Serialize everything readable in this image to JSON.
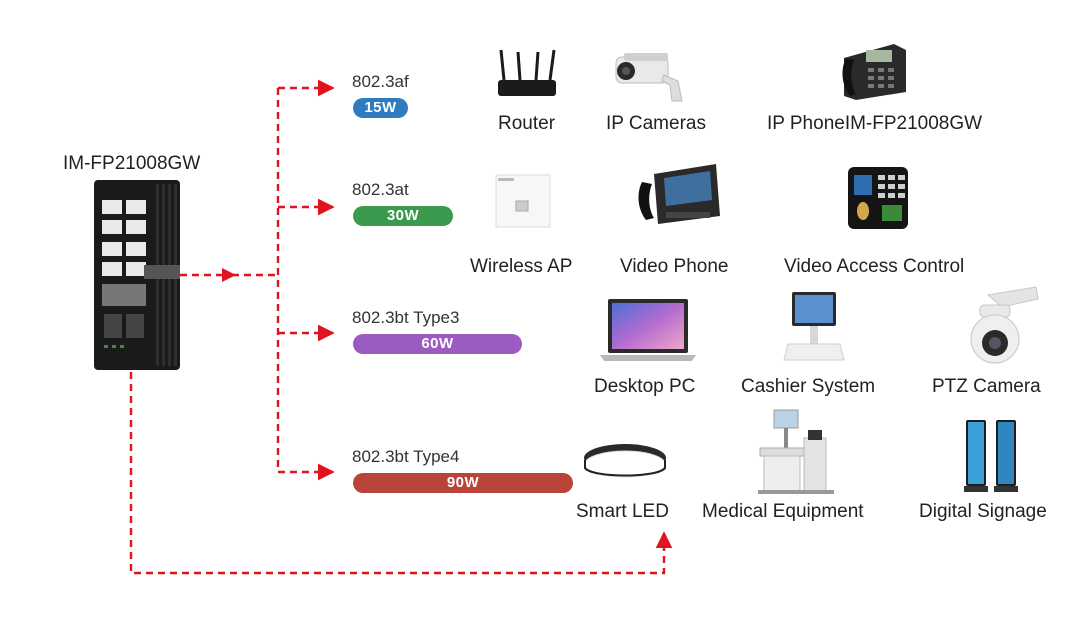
{
  "switch": {
    "model": "IM-FP21008GW"
  },
  "colors": {
    "wire": "#e0141e",
    "af": "#2e7cbf",
    "at": "#3a9a4e",
    "type3": "#9b5bc0",
    "type4": "#b8443a"
  },
  "tiers": [
    {
      "standard": "802.3af",
      "power": "15W",
      "devices": [
        {
          "label": "Router",
          "icon": "router-icon"
        },
        {
          "label": "IP Cameras",
          "icon": "ip-camera-icon"
        },
        {
          "label": "IP PhoneIM-FP21008GW",
          "icon": "ip-phone-icon"
        }
      ]
    },
    {
      "standard": "802.3at",
      "power": "30W",
      "devices": [
        {
          "label": "Wireless AP",
          "icon": "wireless-ap-icon"
        },
        {
          "label": "Video Phone",
          "icon": "video-phone-icon"
        },
        {
          "label": "Video Access Control",
          "icon": "access-control-icon"
        }
      ]
    },
    {
      "standard": "802.3bt Type3",
      "power": "60W",
      "devices": [
        {
          "label": "Desktop PC",
          "icon": "laptop-icon"
        },
        {
          "label": "Cashier System",
          "icon": "pos-icon"
        },
        {
          "label": "PTZ Camera",
          "icon": "ptz-camera-icon"
        }
      ]
    },
    {
      "standard": "802.3bt Type4",
      "power": "90W",
      "devices": [
        {
          "label": "Smart LED",
          "icon": "ceiling-light-icon"
        },
        {
          "label": "Medical Equipment",
          "icon": "medical-equipment-icon"
        },
        {
          "label": "Digital Signage",
          "icon": "digital-signage-icon"
        }
      ]
    }
  ]
}
